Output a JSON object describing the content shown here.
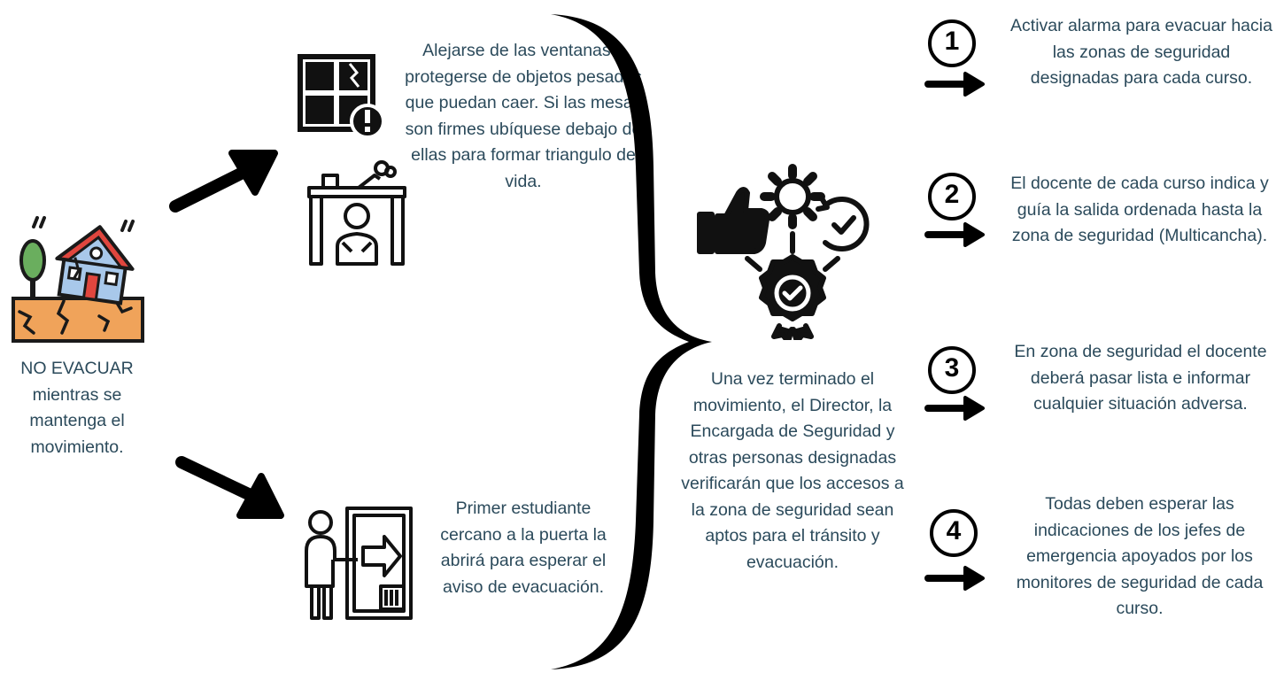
{
  "left": {
    "caption": "NO EVACUAR mientras se mantenga el movimiento."
  },
  "upper_branch": {
    "text": "Alejarse de las ventanas y protegerse de objetos pesados que puedan caer. Si las mesas son firmes ubíquese debajo de ellas para formar triangulo de vida."
  },
  "lower_branch": {
    "text": "Primer estudiante cercano a la puerta la abrirá para esperar el aviso de evacuación."
  },
  "center": {
    "text": "Una vez terminado el movimiento, el Director, la Encargada de Seguridad y otras personas designadas verificarán que los accesos a la zona de seguridad sean aptos para el tránsito y evacuación."
  },
  "steps": [
    {
      "number": "1",
      "text": "Activar alarma para evacuar hacia las zonas de seguridad designadas para cada curso."
    },
    {
      "number": "2",
      "text": "El docente de cada curso indica y guía la salida ordenada hasta la zona de seguridad (Multicancha)."
    },
    {
      "number": "3",
      "text": "En zona de seguridad el docente deberá pasar lista e informar cualquier situación adversa."
    },
    {
      "number": "4",
      "text": "Todas deben esperar las indicaciones de los jefes de emergencia apoyados por los monitores de seguridad de cada curso."
    }
  ],
  "colors": {
    "text": "#2b4a5b",
    "ground": "#f0a35a",
    "roof": "#e0463e",
    "house": "#a8c8ea",
    "tree": "#6aae5e"
  }
}
